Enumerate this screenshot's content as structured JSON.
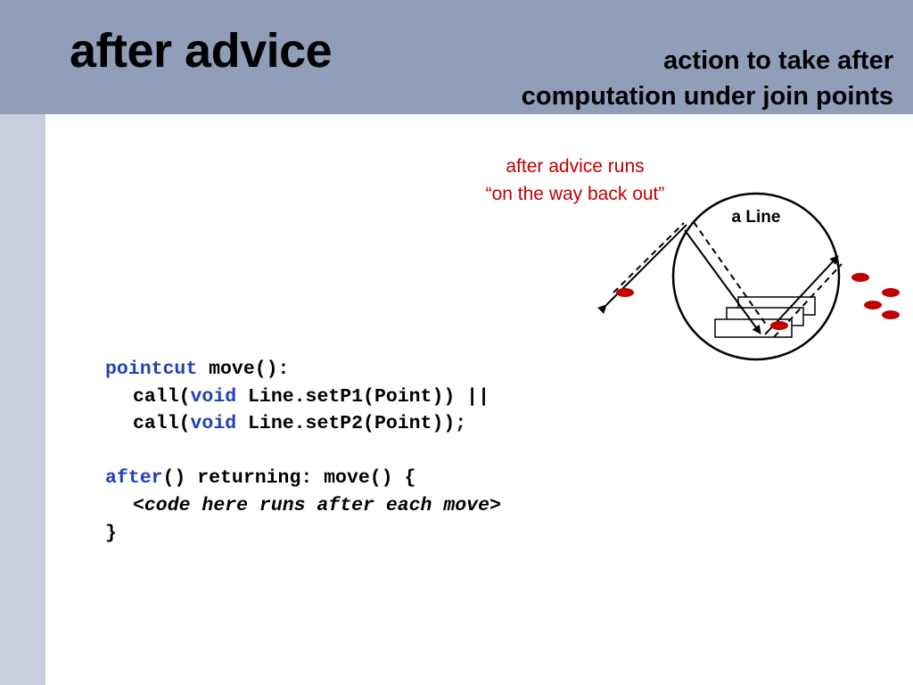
{
  "slide": {
    "title": "after advice",
    "subtitle_lines": [
      "action to take after",
      "computation under join points"
    ]
  },
  "annotation": {
    "lines": [
      "after advice runs",
      "“on the way back out”"
    ],
    "color": "#c00000"
  },
  "diagram": {
    "object_label": "a Line",
    "dot_color": "#c00000",
    "arrow_color": "#000000"
  },
  "code": {
    "l1_kw": "pointcut",
    "l1_rest": " move():",
    "l2_a": "call(",
    "l2_kw": "void",
    "l2_b": " Line.setP1(Point)) ||",
    "l3_a": "call(",
    "l3_kw": "void",
    "l3_b": " Line.setP2(Point));",
    "l5_kw": "after",
    "l5_rest": "() returning: move() {",
    "l6_body": "<code here runs after each move>",
    "l7": "}"
  },
  "colors": {
    "header_bg": "#919eb9",
    "left_band": "#c7cedd",
    "keyword": "#1f3fbf"
  }
}
